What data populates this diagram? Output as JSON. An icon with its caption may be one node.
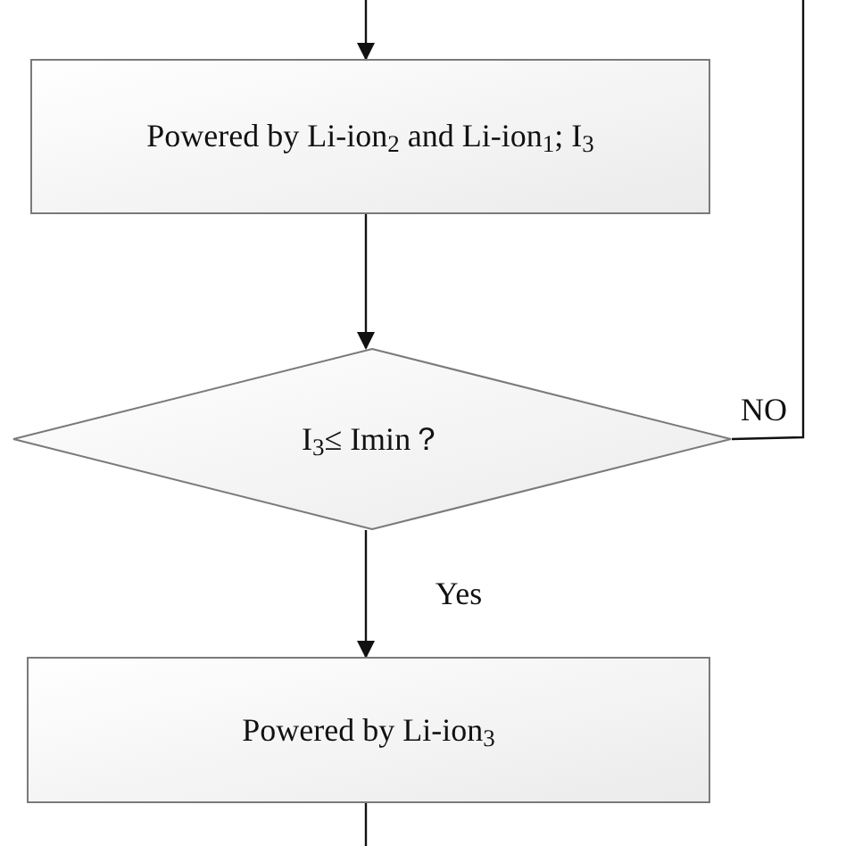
{
  "diagram": {
    "nodes": [
      {
        "text": [
          "Powered by Li-ion$_{2}$ and Li-ion$_{1}$; I$_{3}$"
        ]
      },
      {
        "text": [
          "I$_{3}$≤ Imin？"
        ]
      },
      {
        "text": [
          "Powered by Li-ion$_{3}$"
        ]
      }
    ],
    "edges": [
      {
        "from": null,
        "to": 0,
        "arrow": "to"
      },
      {
        "from": 0,
        "to": 1,
        "arrow": "to"
      },
      {
        "from": 1,
        "to": null,
        "arrow": "none",
        "label": "NO"
      },
      {
        "from": 1,
        "to": 2,
        "arrow": "to",
        "label": "Yes"
      },
      {
        "from": 2,
        "to": null,
        "arrow": "none"
      }
    ]
  }
}
